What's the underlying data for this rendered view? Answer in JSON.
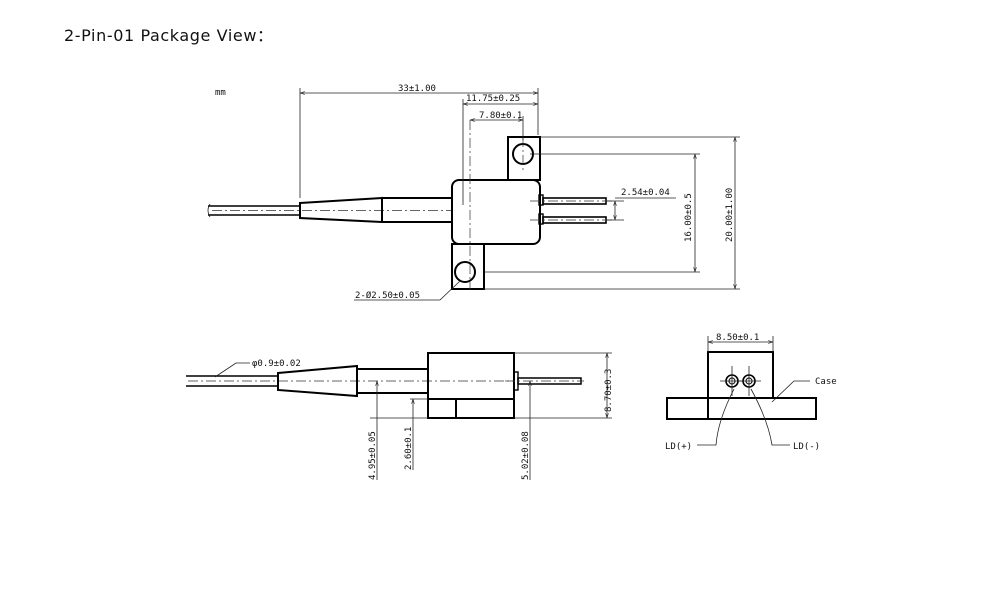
{
  "title": "2-Pin-01 Package View：",
  "drawing": {
    "units": "mm",
    "top_view": {
      "overall_length": "33±1.00",
      "flange_span": "11.75±0.25",
      "hole_offset": "7.80±0.1",
      "pin_pitch": "2.54±0.04",
      "hole_spacing": "16.00±0.5",
      "flange_length": "20.00±1.00",
      "hole_diameter": "2-Ø2.50±0.05"
    },
    "side_view": {
      "fiber_diameter": "φ0.9±0.02",
      "height": "8.70±0.3",
      "fiber_axis_height": "4.95±0.05",
      "flange_thickness": "2.60±0.1",
      "pin_height": "5.02±0.08"
    },
    "end_view": {
      "width": "8.50±0.1",
      "case_label": "Case",
      "ld_plus": "LD(+)",
      "ld_minus": "LD(-)"
    }
  }
}
